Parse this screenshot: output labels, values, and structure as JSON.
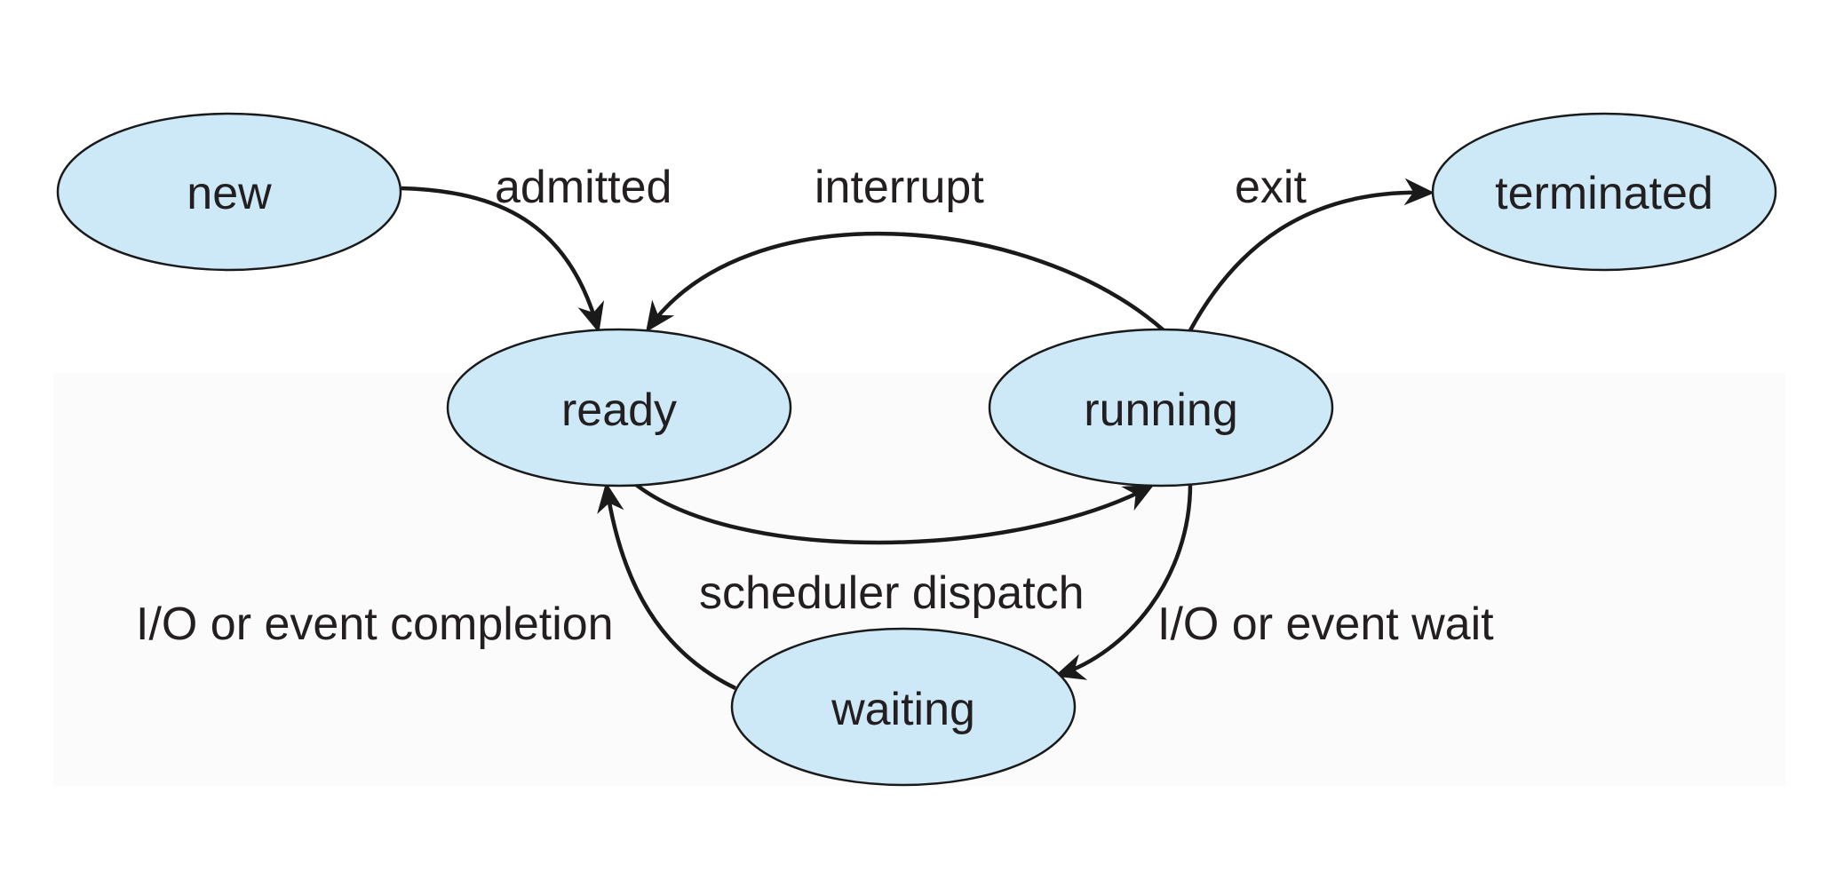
{
  "states": {
    "new": "new",
    "ready": "ready",
    "running": "running",
    "waiting": "waiting",
    "terminated": "terminated"
  },
  "transitions": {
    "admitted": "admitted",
    "interrupt": "interrupt",
    "exit": "exit",
    "scheduler_dispatch": "scheduler dispatch",
    "io_event_completion": "I/O or event completion",
    "io_event_wait": "I/O or event wait"
  },
  "colors": {
    "node_fill": "#cde9f8",
    "stroke": "#1a1a1a",
    "text": "#231f20",
    "backdrop": "#fbfbfb"
  }
}
